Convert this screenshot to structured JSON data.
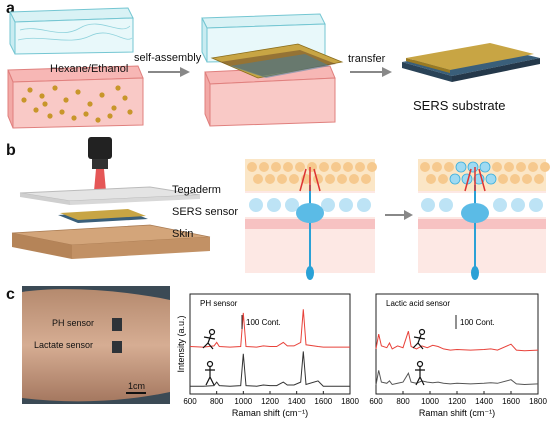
{
  "panels": {
    "a": {
      "letter": "a",
      "solvent_label": "Hexane/Ethanol",
      "step1_label": "self-assembly",
      "step2_label": "transfer",
      "result_label": "SERS substrate"
    },
    "b": {
      "letter": "b",
      "layer_labels": [
        "Tegaderm",
        "SERS sensor",
        "Skin"
      ]
    },
    "c": {
      "letter": "c",
      "photo_labels": {
        "ph": "PH sensor",
        "lactate": "Lactate sensor",
        "scale": "1cm"
      }
    }
  },
  "chart_data": [
    {
      "type": "line",
      "title": "PH sensor",
      "scale_label": "100 Cont.",
      "xlabel": "Raman shift (cm⁻¹)",
      "ylabel": "Intensity (a.u.)",
      "xlim": [
        600,
        1800
      ],
      "x_ticks": [
        "600",
        "800",
        "1000",
        "1200",
        "1400",
        "1600",
        "1800"
      ],
      "series": [
        {
          "color": "#e8423a",
          "offset": 0.58,
          "points": [
            [
              600,
              0.05
            ],
            [
              700,
              0.04
            ],
            [
              780,
              0.06
            ],
            [
              800,
              0.12
            ],
            [
              820,
              0.05
            ],
            [
              900,
              0.04
            ],
            [
              980,
              0.05
            ],
            [
              1000,
              0.62
            ],
            [
              1020,
              0.05
            ],
            [
              1100,
              0.04
            ],
            [
              1150,
              0.06
            ],
            [
              1200,
              0.05
            ],
            [
              1250,
              0.05
            ],
            [
              1300,
              0.12
            ],
            [
              1330,
              0.06
            ],
            [
              1380,
              0.06
            ],
            [
              1430,
              0.12
            ],
            [
              1450,
              0.68
            ],
            [
              1470,
              0.08
            ],
            [
              1560,
              0.05
            ],
            [
              1600,
              0.04
            ],
            [
              1700,
              0.04
            ],
            [
              1800,
              0.04
            ]
          ]
        },
        {
          "color": "#333333",
          "offset": 0.0,
          "points": [
            [
              600,
              0.03
            ],
            [
              700,
              0.03
            ],
            [
              780,
              0.04
            ],
            [
              800,
              0.1
            ],
            [
              820,
              0.04
            ],
            [
              900,
              0.03
            ],
            [
              980,
              0.04
            ],
            [
              1000,
              0.58
            ],
            [
              1020,
              0.04
            ],
            [
              1100,
              0.03
            ],
            [
              1150,
              0.05
            ],
            [
              1200,
              0.04
            ],
            [
              1250,
              0.04
            ],
            [
              1300,
              0.1
            ],
            [
              1330,
              0.05
            ],
            [
              1380,
              0.05
            ],
            [
              1430,
              0.1
            ],
            [
              1450,
              0.62
            ],
            [
              1470,
              0.06
            ],
            [
              1560,
              0.12
            ],
            [
              1600,
              0.03
            ],
            [
              1700,
              0.03
            ],
            [
              1800,
              0.03
            ]
          ]
        }
      ]
    },
    {
      "type": "line",
      "title": "Lactic acid sensor",
      "scale_label": "100 Cont.",
      "xlabel": "Raman shift (cm⁻¹)",
      "ylabel": "",
      "xlim": [
        600,
        1800
      ],
      "x_ticks": [
        "600",
        "800",
        "1000",
        "1200",
        "1400",
        "1600",
        "1800"
      ],
      "series": [
        {
          "color": "#e8423a",
          "offset": 0.5,
          "points": [
            [
              600,
              0.1
            ],
            [
              620,
              0.35
            ],
            [
              640,
              0.15
            ],
            [
              680,
              0.12
            ],
            [
              700,
              0.2
            ],
            [
              720,
              0.1
            ],
            [
              760,
              0.15
            ],
            [
              800,
              0.12
            ],
            [
              840,
              0.4
            ],
            [
              860,
              0.14
            ],
            [
              900,
              0.1
            ],
            [
              940,
              0.15
            ],
            [
              980,
              0.12
            ],
            [
              1020,
              0.16
            ],
            [
              1060,
              0.14
            ],
            [
              1100,
              0.1
            ],
            [
              1150,
              0.08
            ],
            [
              1200,
              0.09
            ],
            [
              1300,
              0.08
            ],
            [
              1400,
              0.09
            ],
            [
              1450,
              0.1
            ],
            [
              1500,
              0.08
            ],
            [
              1600,
              0.18
            ],
            [
              1640,
              0.08
            ],
            [
              1700,
              0.07
            ],
            [
              1800,
              0.08
            ]
          ]
        },
        {
          "color": "#555555",
          "offset": 0.0,
          "points": [
            [
              600,
              0.05
            ],
            [
              620,
              0.3
            ],
            [
              640,
              0.1
            ],
            [
              680,
              0.08
            ],
            [
              700,
              0.12
            ],
            [
              720,
              0.06
            ],
            [
              760,
              0.08
            ],
            [
              800,
              0.1
            ],
            [
              840,
              0.25
            ],
            [
              860,
              0.1
            ],
            [
              900,
              0.08
            ],
            [
              940,
              0.12
            ],
            [
              980,
              0.1
            ],
            [
              1020,
              0.09
            ],
            [
              1060,
              0.1
            ],
            [
              1100,
              0.08
            ],
            [
              1150,
              0.07
            ],
            [
              1200,
              0.08
            ],
            [
              1300,
              0.07
            ],
            [
              1400,
              0.08
            ],
            [
              1450,
              0.09
            ],
            [
              1500,
              0.08
            ],
            [
              1600,
              0.14
            ],
            [
              1640,
              0.07
            ],
            [
              1700,
              0.06
            ],
            [
              1800,
              0.07
            ]
          ]
        }
      ]
    }
  ]
}
